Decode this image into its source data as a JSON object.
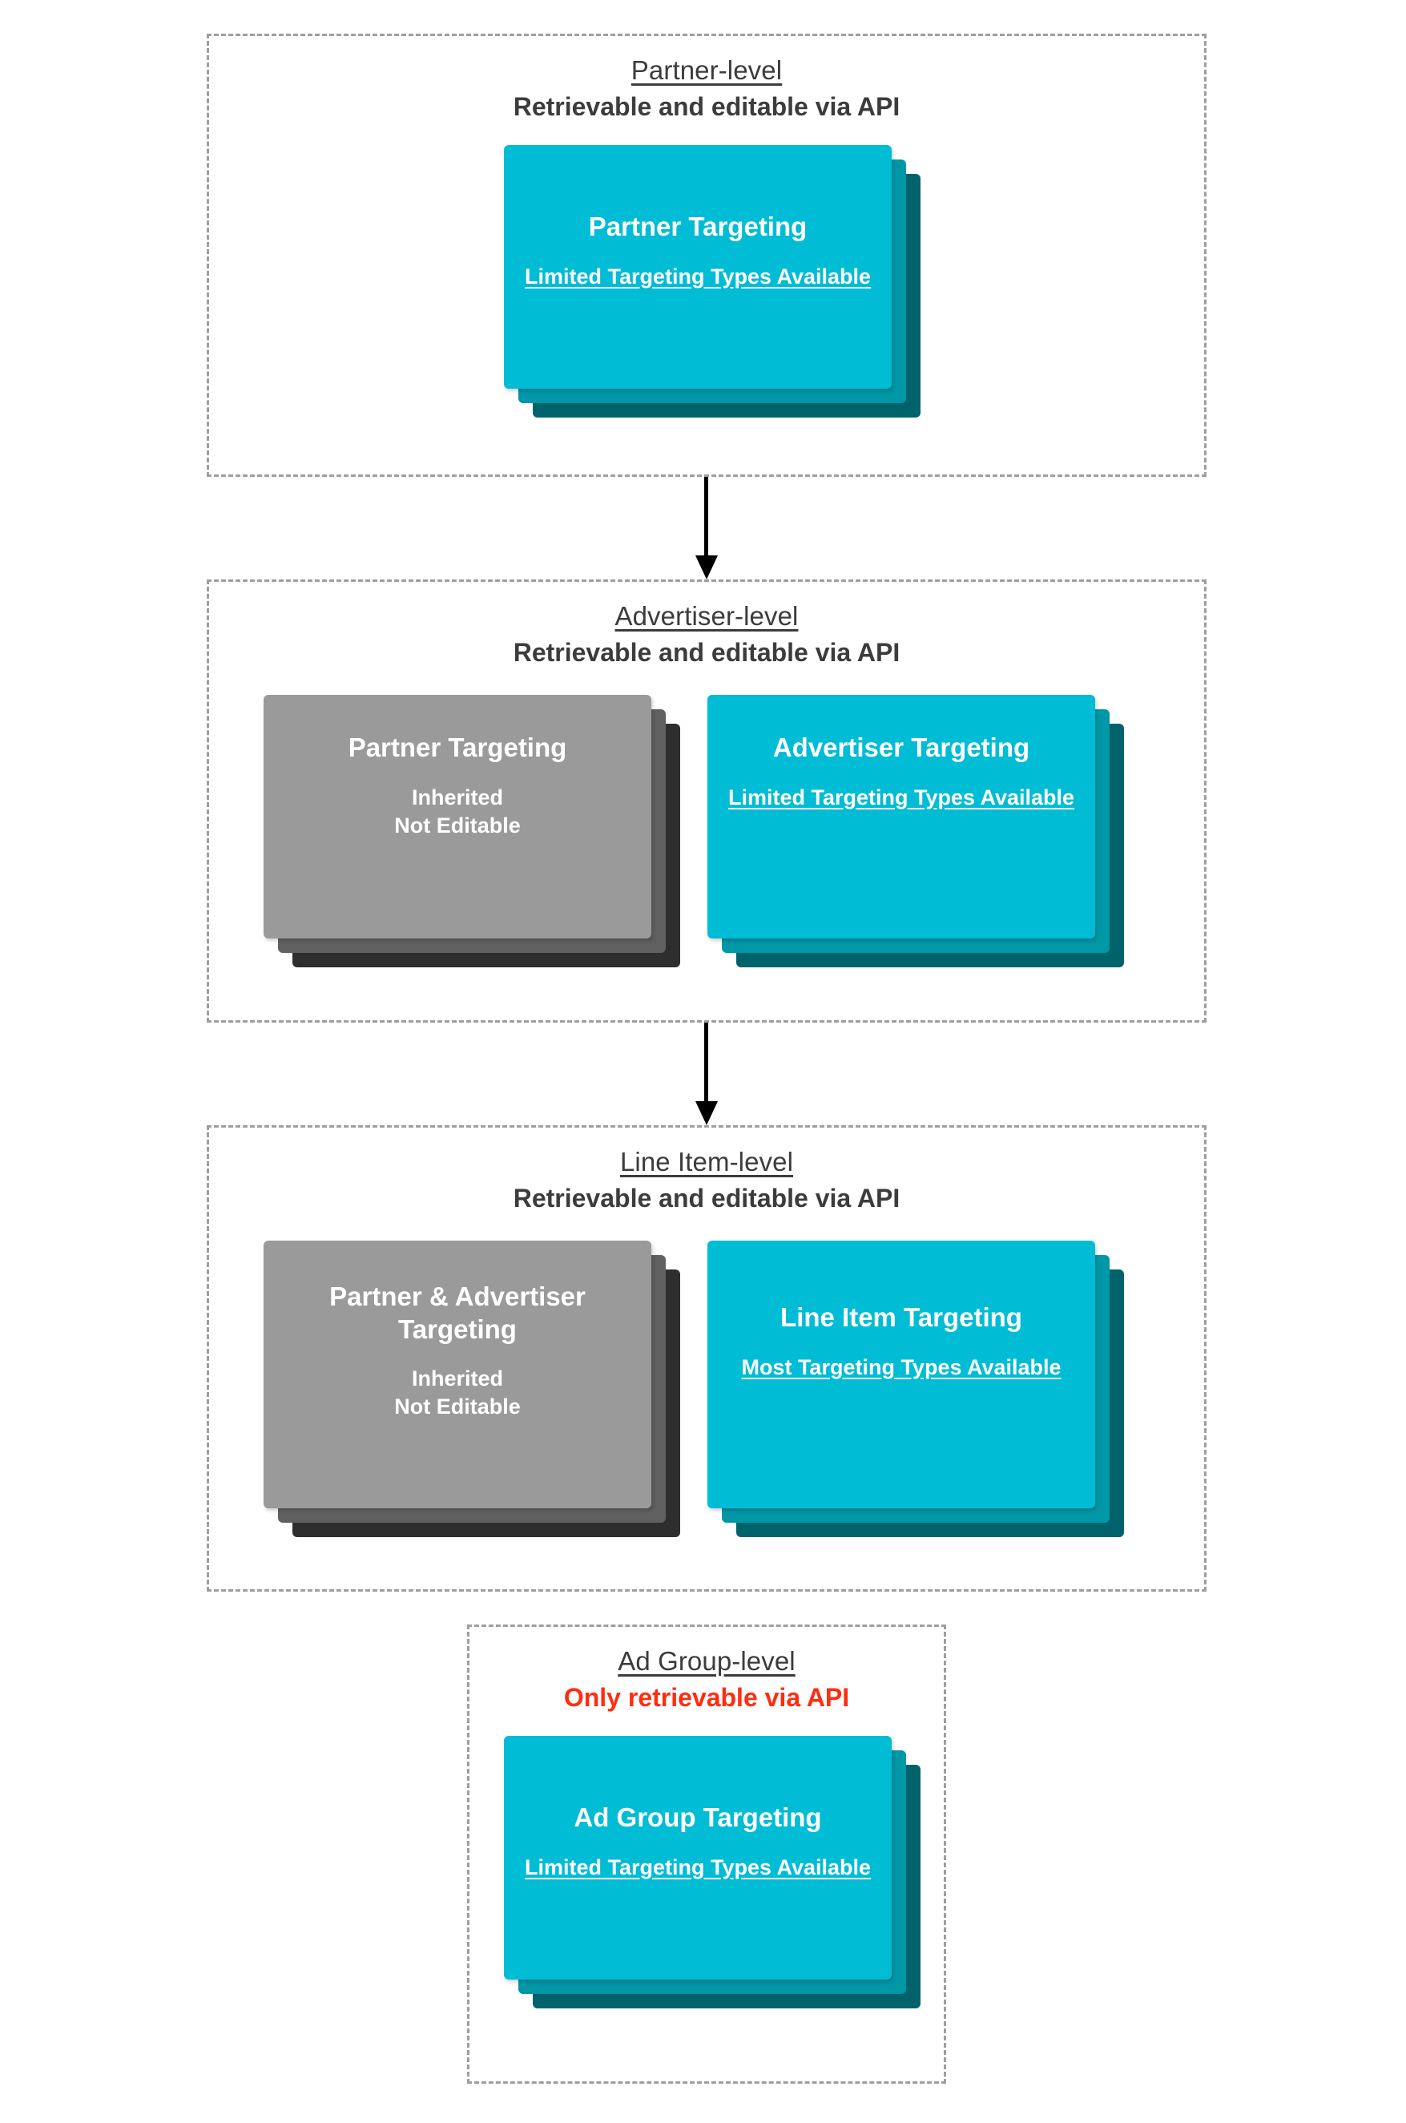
{
  "levels": [
    {
      "id": "partner",
      "title": "Partner-level",
      "subtitle": "Retrievable and editable via API",
      "subtitle_alert": false,
      "cards": [
        {
          "id": "partner-targeting",
          "palette": "cyan",
          "title": "Partner Targeting",
          "note": "Limited Targeting Types Available",
          "note_underlined": true
        }
      ]
    },
    {
      "id": "advertiser",
      "title": "Advertiser-level",
      "subtitle": "Retrievable and editable via API",
      "subtitle_alert": false,
      "cards": [
        {
          "id": "inherited-partner-targeting",
          "palette": "grey",
          "title": "Partner Targeting",
          "note": "Inherited\nNot Editable",
          "note_underlined": false
        },
        {
          "id": "advertiser-targeting",
          "palette": "cyan",
          "title": "Advertiser Targeting",
          "note": "Limited Targeting Types Available",
          "note_underlined": true
        }
      ]
    },
    {
      "id": "line-item",
      "title": "Line Item-level",
      "subtitle": "Retrievable and editable via API",
      "subtitle_alert": false,
      "cards": [
        {
          "id": "inherited-partner-advertiser-targeting",
          "palette": "grey",
          "title": "Partner & Advertiser Targeting",
          "note": "Inherited\nNot Editable",
          "note_underlined": false
        },
        {
          "id": "line-item-targeting",
          "palette": "cyan",
          "title": "Line Item Targeting",
          "note": "Most Targeting Types Available",
          "note_underlined": true
        }
      ]
    },
    {
      "id": "ad-group",
      "title": "Ad Group-level",
      "subtitle": "Only retrievable via API",
      "subtitle_alert": true,
      "cards": [
        {
          "id": "ad-group-targeting",
          "palette": "cyan",
          "title": "Ad Group Targeting",
          "note": "Limited Targeting Types Available",
          "note_underlined": true
        }
      ]
    }
  ],
  "connectors": [
    {
      "id": "partner-to-advertiser",
      "from": "partner",
      "to": "advertiser"
    },
    {
      "id": "advertiser-to-line-item",
      "from": "advertiser",
      "to": "line-item"
    }
  ],
  "colors": {
    "card_front_cyan": "#00bcd4",
    "card_mid_cyan": "#0097a7",
    "card_back_cyan": "#00626b",
    "card_front_grey": "#9a9a9a",
    "card_mid_grey": "#606060",
    "card_back_grey": "#2e2e2e",
    "container_border": "#9e9e9e",
    "text_dark": "#3c3c3c",
    "text_alert": "#ff2d10",
    "arrow": "#000000"
  }
}
